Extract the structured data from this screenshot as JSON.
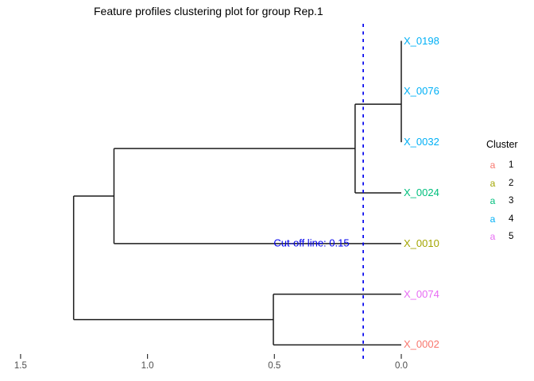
{
  "page": {
    "title": "Feature profiles clustering plot for group Rep.1"
  },
  "chart_data": {
    "type": "dendrogram",
    "title": "Feature profiles clustering plot for group Rep.1",
    "orientation": "horizontal, leaves on right, height axis decreasing left-to-right",
    "leaves": [
      {
        "label": "X_0198",
        "cluster": 4
      },
      {
        "label": "X_0076",
        "cluster": 4
      },
      {
        "label": "X_0032",
        "cluster": 4
      },
      {
        "label": "X_0024",
        "cluster": 3
      },
      {
        "label": "X_0010",
        "cluster": 2
      },
      {
        "label": "X_0074",
        "cluster": 5
      },
      {
        "label": "X_0002",
        "cluster": 1
      }
    ],
    "merges": [
      {
        "members": [
          "X_0198",
          "X_0076"
        ],
        "height": 0.0
      },
      {
        "members": [
          "X_0198+X_0076",
          "X_0032"
        ],
        "height": 0.0
      },
      {
        "members": [
          "X_0198+X_0076+X_0032",
          "X_0024"
        ],
        "height": 0.18
      },
      {
        "members": [
          "top-4-cluster",
          "X_0010"
        ],
        "height": 1.13
      },
      {
        "members": [
          "X_0074",
          "X_0002"
        ],
        "height": 0.5
      },
      {
        "members": [
          "top-5-cluster",
          "X_0074+X_0002"
        ],
        "height": 1.29
      }
    ],
    "segments": [
      {
        "h1": 0.0,
        "p1": 0,
        "h2": 0.0,
        "p2": 2
      },
      {
        "h1": 0.0,
        "p1": 1.25,
        "h2": 0.182,
        "p2": 1.25
      },
      {
        "h1": 0.182,
        "p1": 1.25,
        "h2": 0.182,
        "p2": 3
      },
      {
        "h1": 0.0,
        "p1": 3,
        "h2": 0.182,
        "p2": 3
      },
      {
        "h1": 0.182,
        "p1": 2.125,
        "h2": 1.132,
        "p2": 2.125
      },
      {
        "h1": 1.132,
        "p1": 2.125,
        "h2": 1.132,
        "p2": 4
      },
      {
        "h1": 0.0,
        "p1": 4,
        "h2": 1.132,
        "p2": 4
      },
      {
        "h1": 0.0,
        "p1": 5,
        "h2": 0.504,
        "p2": 5
      },
      {
        "h1": 0.0,
        "p1": 6,
        "h2": 0.504,
        "p2": 6
      },
      {
        "h1": 0.504,
        "p1": 5,
        "h2": 0.504,
        "p2": 6
      },
      {
        "h1": 0.504,
        "p1": 5.5,
        "h2": 1.291,
        "p2": 5.5
      },
      {
        "h1": 1.132,
        "p1": 3.0625,
        "h2": 1.291,
        "p2": 3.0625
      },
      {
        "h1": 1.291,
        "p1": 3.0625,
        "h2": 1.291,
        "p2": 5.5
      }
    ],
    "cutoff": {
      "value": 0.15,
      "label": "Cut-off line: 0.15"
    },
    "axis": {
      "ticks": [
        1.5,
        1.0,
        0.5,
        0.0
      ],
      "tick_labels": [
        "1.5",
        "1.0",
        "0.5",
        "0.0"
      ],
      "range": [
        1.55,
        -0.05
      ]
    }
  },
  "legend": {
    "title": "Cluster",
    "items": [
      {
        "glyph": "a",
        "label": "1",
        "color": "#F8766D"
      },
      {
        "glyph": "a",
        "label": "2",
        "color": "#A3A500"
      },
      {
        "glyph": "a",
        "label": "3",
        "color": "#00BF7D"
      },
      {
        "glyph": "a",
        "label": "4",
        "color": "#00B0F6"
      },
      {
        "glyph": "a",
        "label": "5",
        "color": "#E76BF3"
      }
    ]
  },
  "colors": {
    "tree_line": "#1b1b1b",
    "cutoff_line": "#0000ee",
    "cutoff_text": "#0000ee",
    "axis_text": "#4d4d4d",
    "tick_mark": "#333333",
    "title_text": "#000000"
  }
}
